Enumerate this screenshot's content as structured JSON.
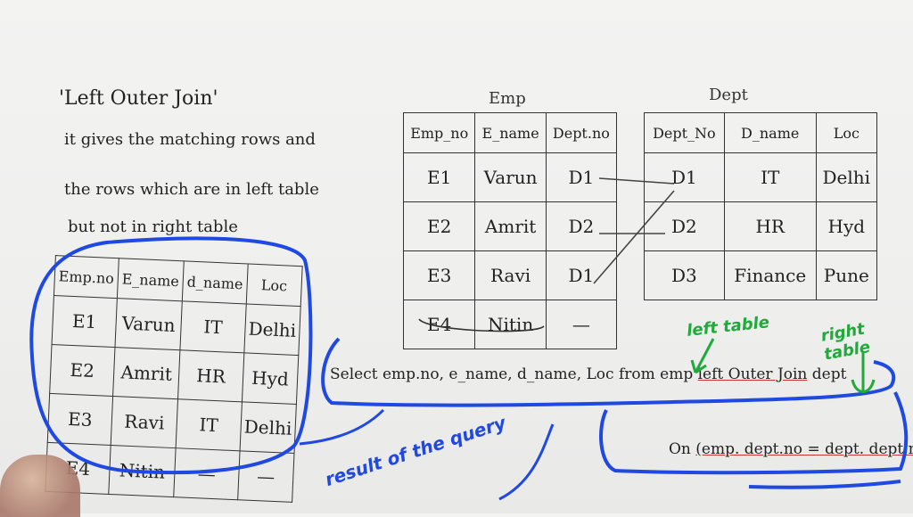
{
  "notes": {
    "title": "'Left Outer Join'",
    "line1": "it gives the matching rows and",
    "line2": "the rows which are in left table",
    "line3": "but not in right table"
  },
  "emp_table": {
    "caption": "Emp",
    "headers": [
      "Emp_no",
      "E_name",
      "Dept.no"
    ],
    "rows": [
      [
        "E1",
        "Varun",
        "D1"
      ],
      [
        "E2",
        "Amrit",
        "D2"
      ],
      [
        "E3",
        "Ravi",
        "D1"
      ],
      [
        "E4",
        "Nitin",
        "—"
      ]
    ]
  },
  "dept_table": {
    "caption": "Dept",
    "headers": [
      "Dept_No",
      "D_name",
      "Loc"
    ],
    "rows": [
      [
        "D1",
        "IT",
        "Delhi"
      ],
      [
        "D2",
        "HR",
        "Hyd"
      ],
      [
        "D3",
        "Finance",
        "Pune"
      ]
    ]
  },
  "result_table": {
    "headers": [
      "Emp.no",
      "E_name",
      "d_name",
      "Loc"
    ],
    "rows": [
      [
        "E1",
        "Varun",
        "IT",
        "Delhi"
      ],
      [
        "E2",
        "Amrit",
        "HR",
        "Hyd"
      ],
      [
        "E3",
        "Ravi",
        "IT",
        "Delhi"
      ],
      [
        "E4",
        "Nitin",
        "—",
        "—"
      ]
    ]
  },
  "query": {
    "select_part": "Select emp.no, e_name, d_name, Loc from emp",
    "join_part": "left Outer Join",
    "table_part": "dept",
    "on_label": "On",
    "on_condition": "(emp. dept.no = dept. dept.no)"
  },
  "annotations": {
    "left_table": "left table",
    "right_table": "right table",
    "result_of_query": "result of the query"
  },
  "colors": {
    "marker_blue": "#1f49e0",
    "marker_green": "#1faa3a",
    "underline_red": "#c33",
    "ink": "#222"
  }
}
